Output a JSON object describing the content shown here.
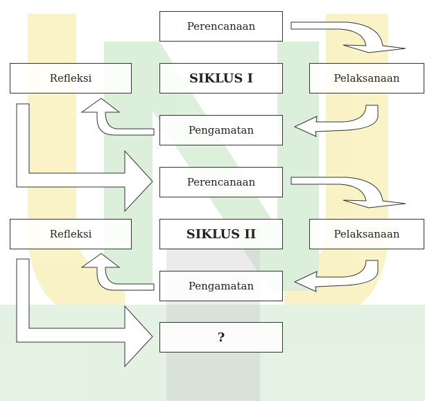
{
  "diagram": {
    "cycle1": {
      "plan": "Perencanaan",
      "reflect": "Refleksi",
      "title": "SIKLUS I",
      "act": "Pelaksanaan",
      "observe": "Pengamatan"
    },
    "cycle2": {
      "plan": "Perencanaan",
      "reflect": "Refleksi",
      "title": "SIKLUS II",
      "act": "Pelaksanaan",
      "observe": "Pengamatan"
    },
    "next": "?"
  },
  "colors": {
    "watermark_yellow": "#f4eaa8",
    "watermark_green": "#cfe9cf",
    "box_border": "#333333",
    "arrow_stroke": "#333333"
  }
}
